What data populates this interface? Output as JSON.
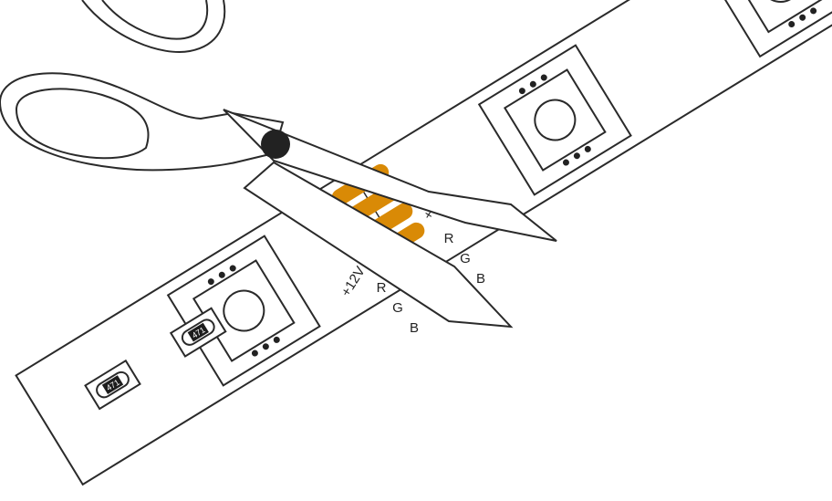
{
  "strip": {
    "labels_left": [
      "+12V",
      "R",
      "G",
      "B"
    ],
    "labels_right": [
      "+",
      "R",
      "G",
      "B"
    ],
    "resistor_code": "471"
  },
  "colors": {
    "outline": "#2a2a2a",
    "pad": "#d98a06",
    "pivot": "#222222",
    "background": "#ffffff"
  },
  "icons": {
    "tool": "scissors-icon",
    "led": "smd-led-icon",
    "resistor": "smd-resistor-icon"
  }
}
